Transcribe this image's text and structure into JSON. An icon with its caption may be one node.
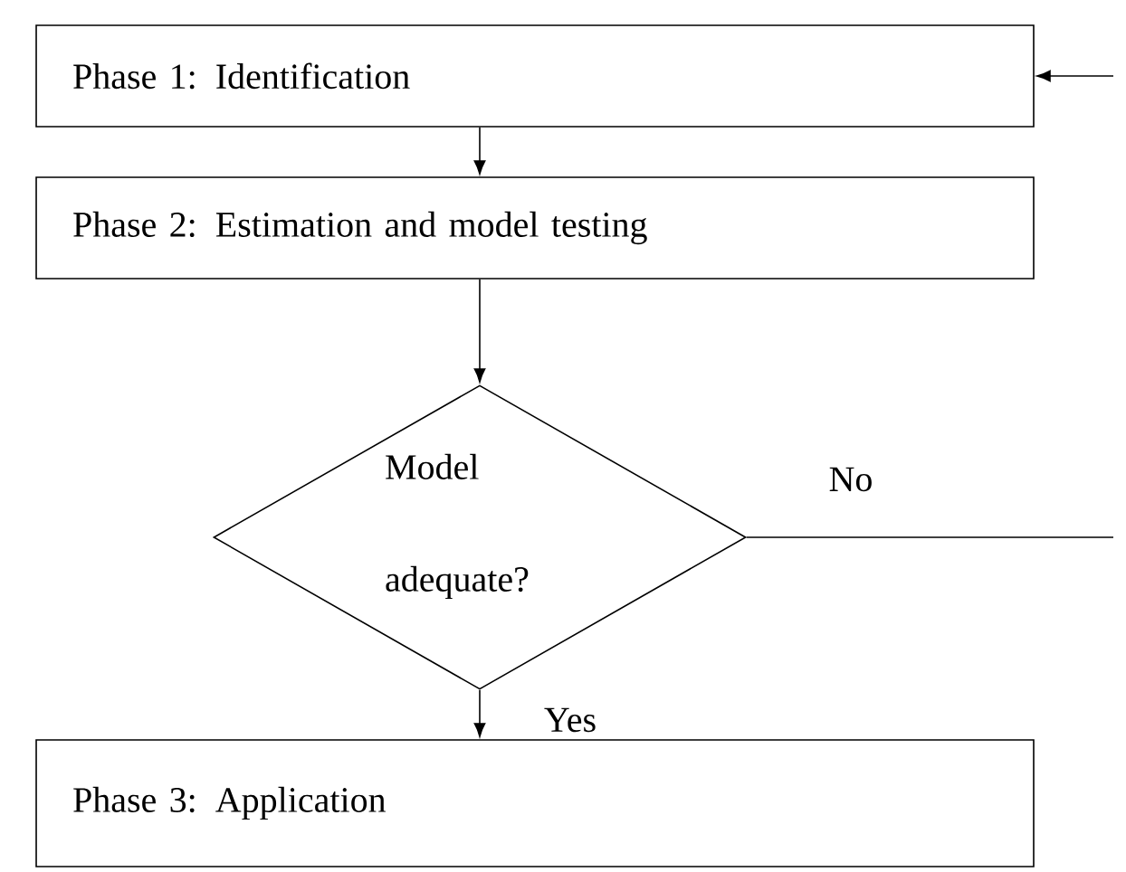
{
  "diagram": {
    "nodes": [
      {
        "text": [
          "Phase 1: Identification"
        ]
      },
      {
        "text": [
          "Phase 2: Estimation and model testing"
        ]
      },
      {
        "text": [
          "Model adequate?"
        ]
      },
      {
        "text": [
          "Phase 3: Application"
        ]
      }
    ],
    "edges": [
      {
        "from": 0,
        "to": 1,
        "arrow": "to"
      },
      {
        "from": 1,
        "to": 2,
        "arrow": "to"
      },
      {
        "from": 2,
        "to": 3,
        "arrow": "to",
        "label": "Yes"
      },
      {
        "from": 2,
        "to": null,
        "arrow": "none",
        "label": "No"
      },
      {
        "from": null,
        "to": 0,
        "arrow": "to"
      }
    ]
  }
}
